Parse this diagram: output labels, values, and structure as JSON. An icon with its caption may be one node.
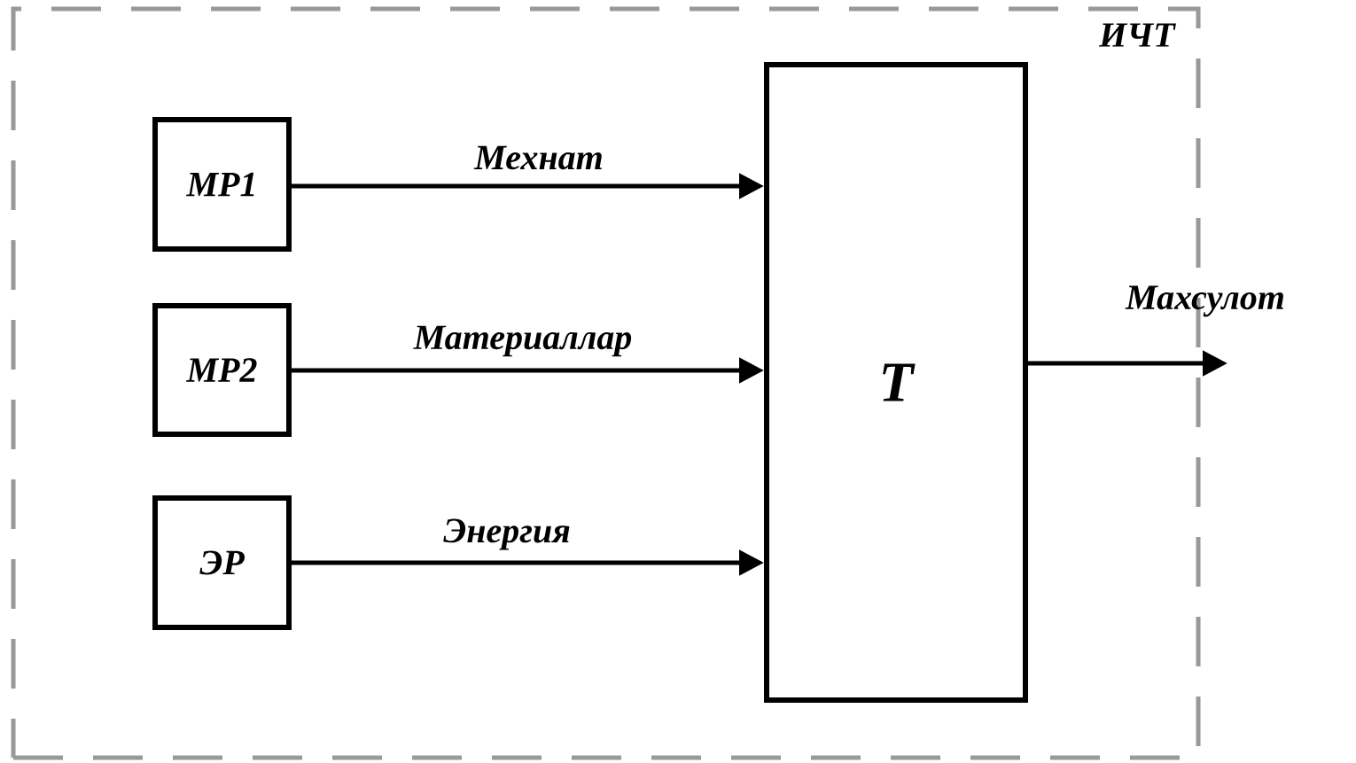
{
  "diagram": {
    "nodes": [
      {
        "text": [
          "ИЧТ"
        ]
      },
      {
        "text": [
          "МР1"
        ],
        "in": 0
      },
      {
        "text": [
          "МР2"
        ],
        "in": 0
      },
      {
        "text": [
          "ЭР"
        ],
        "in": 0
      },
      {
        "text": [
          "Т"
        ],
        "in": 0
      }
    ],
    "edges": [
      {
        "from": 1,
        "to": 4,
        "arrow": "to",
        "label": "Мехнат"
      },
      {
        "from": 2,
        "to": 4,
        "arrow": "to",
        "label": "Материаллар"
      },
      {
        "from": 3,
        "to": 4,
        "arrow": "to",
        "label": "Энергия"
      },
      {
        "from": 4,
        "to": null,
        "arrow": "to",
        "label": "Махсулот"
      }
    ]
  }
}
